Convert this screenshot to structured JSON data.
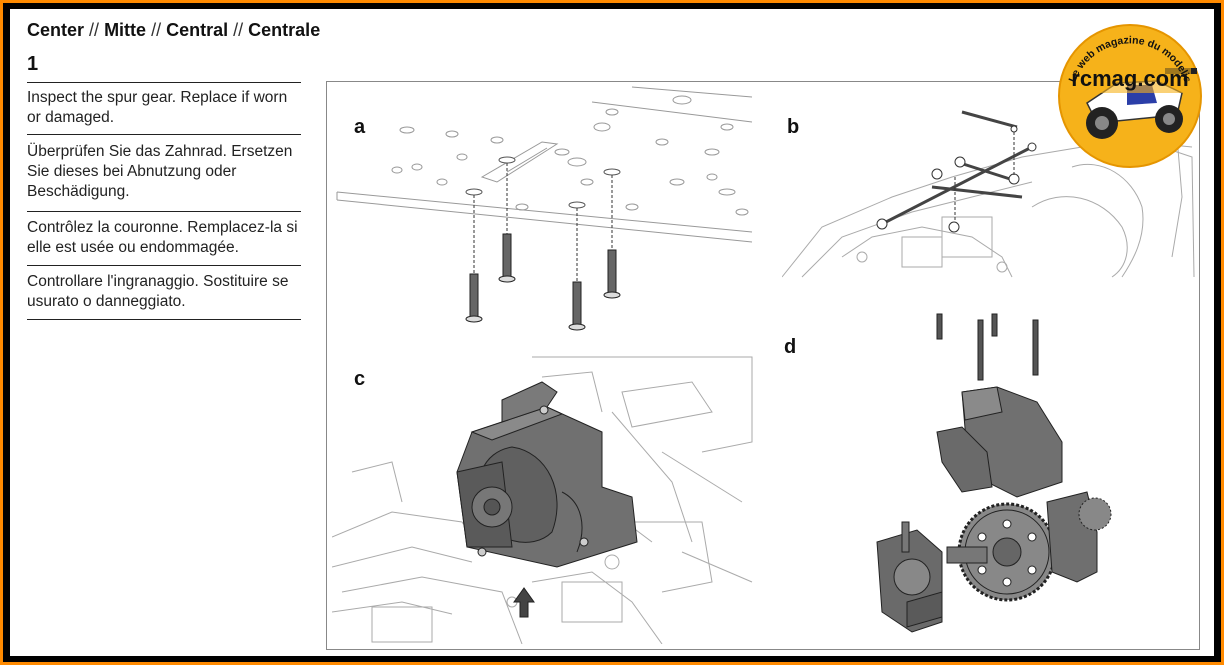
{
  "header": {
    "title_parts": [
      "Center",
      "Mitte",
      "Central",
      "Centrale"
    ],
    "separator": "//",
    "step_number": "1"
  },
  "instructions": [
    "Inspect the spur gear. Replace if worn or damaged.",
    "Überprüfen Sie das Zahnrad. Ersetzen Sie dieses bei Abnutzung oder Beschädigung.",
    "Contrôlez la couronne. Remplacez-la si elle est usée ou endommagée.",
    "Controllare l'ingranaggio. Sostituire se usurato o danneggiato."
  ],
  "panels": {
    "a": "a",
    "b": "b",
    "c": "c",
    "d": "d"
  },
  "watermark": {
    "arc_text": "Le web magazine du modelisme",
    "brand": "rcmag.com"
  },
  "colors": {
    "frame": "#ff8a00",
    "part_gray": "#6f6f6f",
    "line_gray": "#9a9a9a"
  }
}
